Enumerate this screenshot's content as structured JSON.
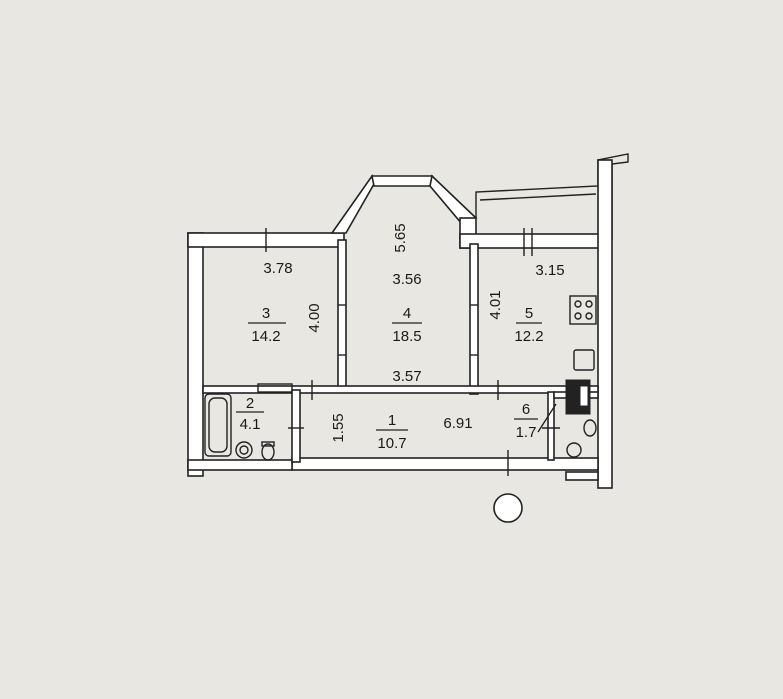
{
  "rooms": [
    {
      "number": "1",
      "area": "10.7"
    },
    {
      "number": "2",
      "area": "4.1"
    },
    {
      "number": "3",
      "area": "14.2"
    },
    {
      "number": "4",
      "area": "18.5"
    },
    {
      "number": "5",
      "area": "12.2"
    },
    {
      "number": "6",
      "area": "1.7"
    }
  ],
  "dimensions": {
    "room3_width": "3.78",
    "room3_depth": "4.00",
    "room4_bay": "5.65",
    "room4_top": "3.56",
    "room4_bottom": "3.57",
    "room5_width": "3.15",
    "room5_depth": "4.01",
    "hall_depth": "1.55",
    "hall_length": "6.91"
  },
  "icons": [
    "bathtub-icon",
    "sink-icon",
    "toilet-icon",
    "stove-icon",
    "kitchen-sink-icon",
    "fridge-icon",
    "entrance-door-icon"
  ]
}
